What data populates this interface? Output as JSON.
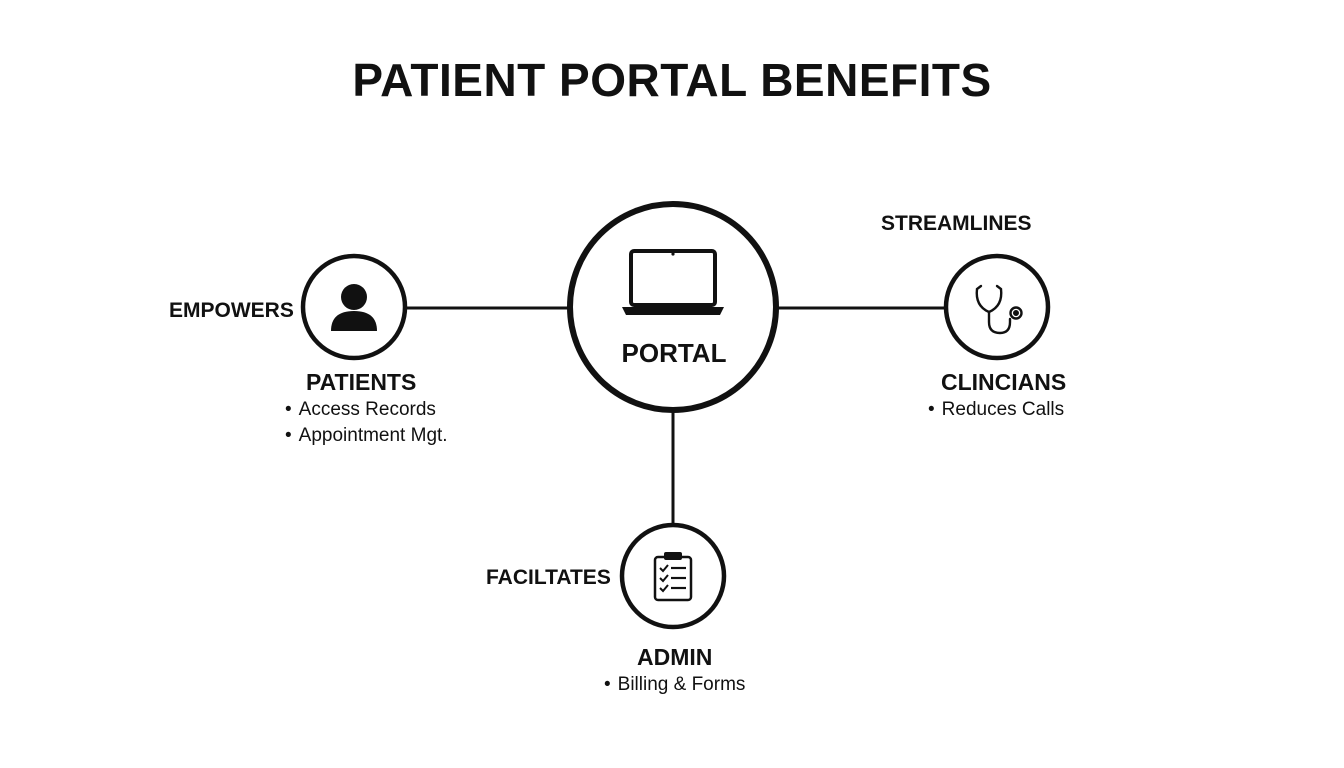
{
  "title": "PATIENT PORTAL BENEFITS",
  "center": {
    "label": "PORTAL",
    "icon": "laptop-icon"
  },
  "nodes": {
    "patients": {
      "verb": "EMPOWERS",
      "title": "PATIENTS",
      "icon": "person-icon",
      "bullets": [
        "Access Records",
        "Appointment Mgt."
      ]
    },
    "clinicians": {
      "verb": "STREAMLINES",
      "title": "CLINCIANS",
      "icon": "stethoscope-icon",
      "bullets": [
        "Reduces Calls"
      ]
    },
    "admin": {
      "verb": "FACILTATES",
      "title": "ADMIN",
      "icon": "clipboard-icon",
      "bullets": [
        "Billing & Forms"
      ]
    }
  },
  "colors": {
    "ink": "#111111",
    "background": "#ffffff"
  }
}
